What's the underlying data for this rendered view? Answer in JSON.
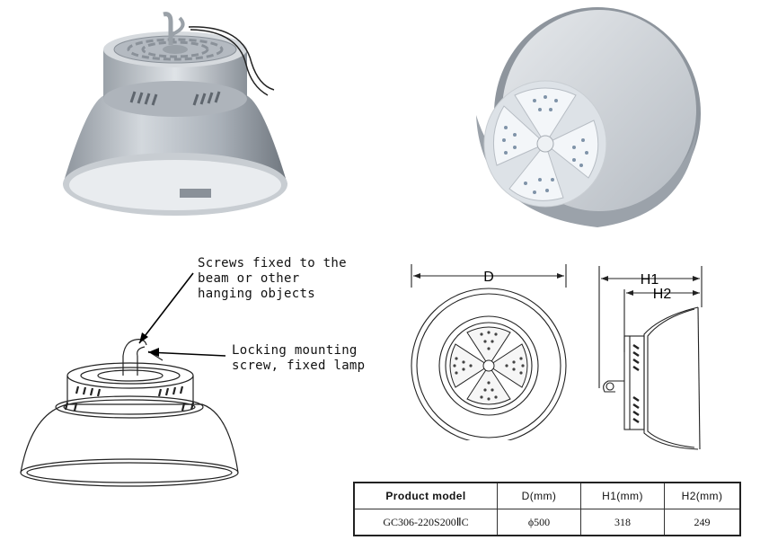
{
  "callouts": {
    "screws": [
      "Screws fixed to the",
      "beam or other",
      "hanging objects"
    ],
    "locking": [
      "Locking mounting",
      "screw, fixed lamp"
    ]
  },
  "dimensions": {
    "d": "D",
    "h1": "H1",
    "h2": "H2"
  },
  "spec_table": {
    "headers": [
      "Product model",
      "D(mm)",
      "H1(mm)",
      "H2(mm)"
    ],
    "rows": [
      [
        "GC306-220S200ⅡC",
        "ϕ500",
        "318",
        "249"
      ]
    ]
  },
  "colors": {
    "metal": "#b9bfc6",
    "metal_dark": "#7d848c",
    "led": "#e8eef5",
    "line": "#222222"
  }
}
